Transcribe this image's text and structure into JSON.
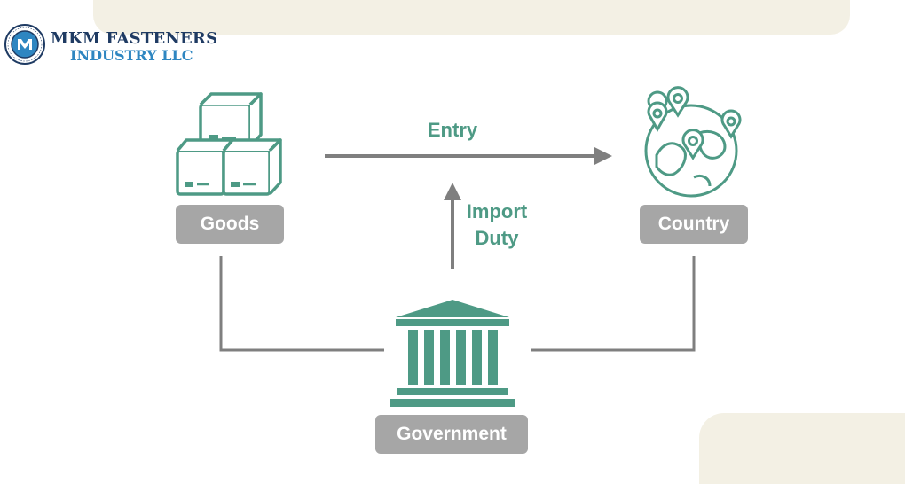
{
  "colors": {
    "accent": "#4e9a85",
    "connector": "#7f7f7f",
    "label_bg": "#a6a6a6",
    "logo_text": "#1f3b63",
    "logo_sub": "#2e86c1",
    "blob": "#f3f0e4"
  },
  "logo": {
    "name_line1": "MKM FASTENERS",
    "name_line2": "INDUSTRY LLC",
    "icon": "mkm-fasteners-seal"
  },
  "nodes": {
    "goods": {
      "label": "Goods",
      "icon": "boxes-icon"
    },
    "country": {
      "label": "Country",
      "icon": "globe-pins-icon"
    },
    "government": {
      "label": "Government",
      "icon": "government-building-icon"
    }
  },
  "edges": {
    "entry": {
      "label": "Entry"
    },
    "import_duty": {
      "label_line1": "Import",
      "label_line2": "Duty"
    }
  }
}
